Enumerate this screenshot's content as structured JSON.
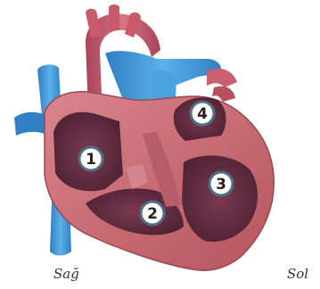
{
  "labels": {
    "right": "Sağ",
    "left": "Sol"
  },
  "chambers": [
    "1",
    "2",
    "3",
    "4"
  ],
  "colors": {
    "heart_muscle": "#c4676f",
    "heart_dark": "#8e3f4c",
    "chamber_interior": "#5e2b3c",
    "aorta": "#c85a6c",
    "vessel_blue": "#3f9bd8",
    "marker_fill": "#ffffff",
    "marker_stroke": "#4f6f86"
  }
}
